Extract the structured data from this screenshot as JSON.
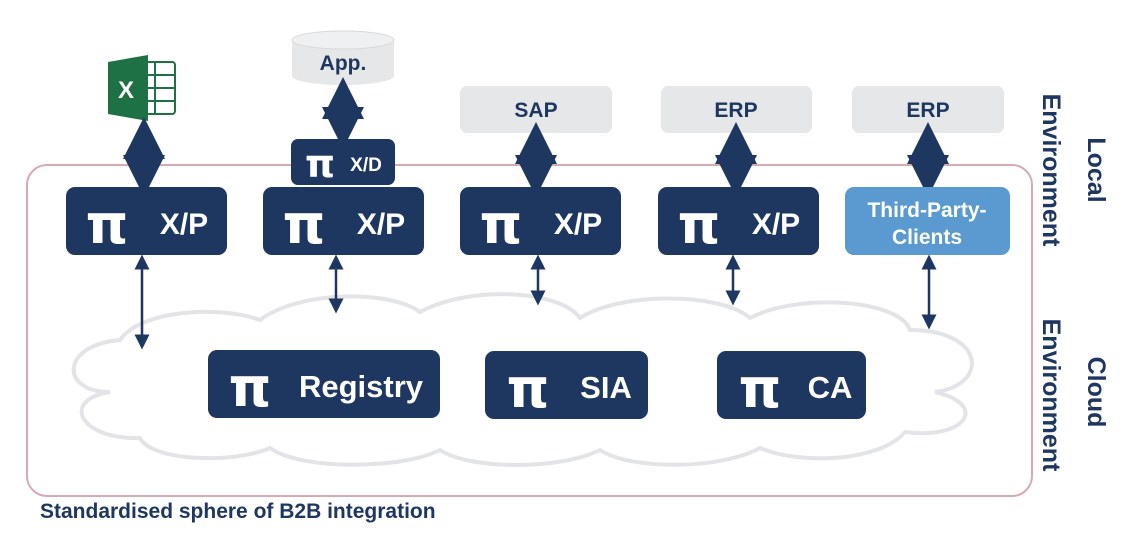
{
  "colors": {
    "navy": "#1e3760",
    "light_blue": "#5a9ad0",
    "grey_box": "#e6e7e8",
    "cloud_stroke": "#e3e4e8",
    "sphere_stroke": "#d9a9b3",
    "excel_green": "#1e7145"
  },
  "icons": {
    "pi": "π",
    "excel": "excel-icon",
    "database": "database-icon"
  },
  "top_systems": {
    "app": "App.",
    "sap": "SAP",
    "erp1": "ERP",
    "erp2": "ERP"
  },
  "connectors": {
    "xd": "X/D",
    "xp": "X/P",
    "third_party_line1": "Third-Party-",
    "third_party_line2": "Clients"
  },
  "cloud_services": {
    "registry": "Registry",
    "sia": "SIA",
    "ca": "CA"
  },
  "side_labels": {
    "local_line1": "Local",
    "local_line2": "Environment",
    "cloud_line1": "Cloud",
    "cloud_line2": "Environment"
  },
  "footer": "Standardised sphere of B2B integration"
}
